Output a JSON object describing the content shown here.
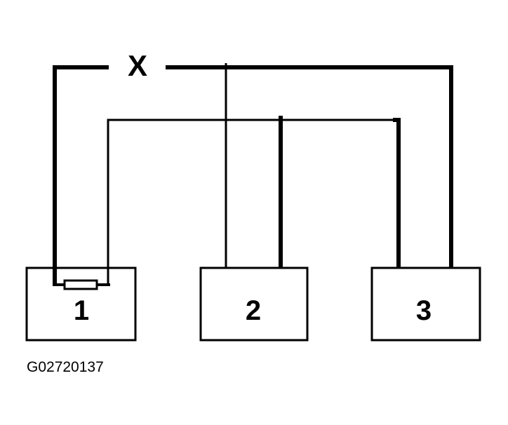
{
  "diagram": {
    "components": [
      {
        "id": "1",
        "label": "1"
      },
      {
        "id": "2",
        "label": "2"
      },
      {
        "id": "3",
        "label": "3"
      }
    ],
    "break_marker": "X",
    "reference_code": "G02720137"
  },
  "colors": {
    "line": "#000000",
    "background": "#ffffff"
  }
}
